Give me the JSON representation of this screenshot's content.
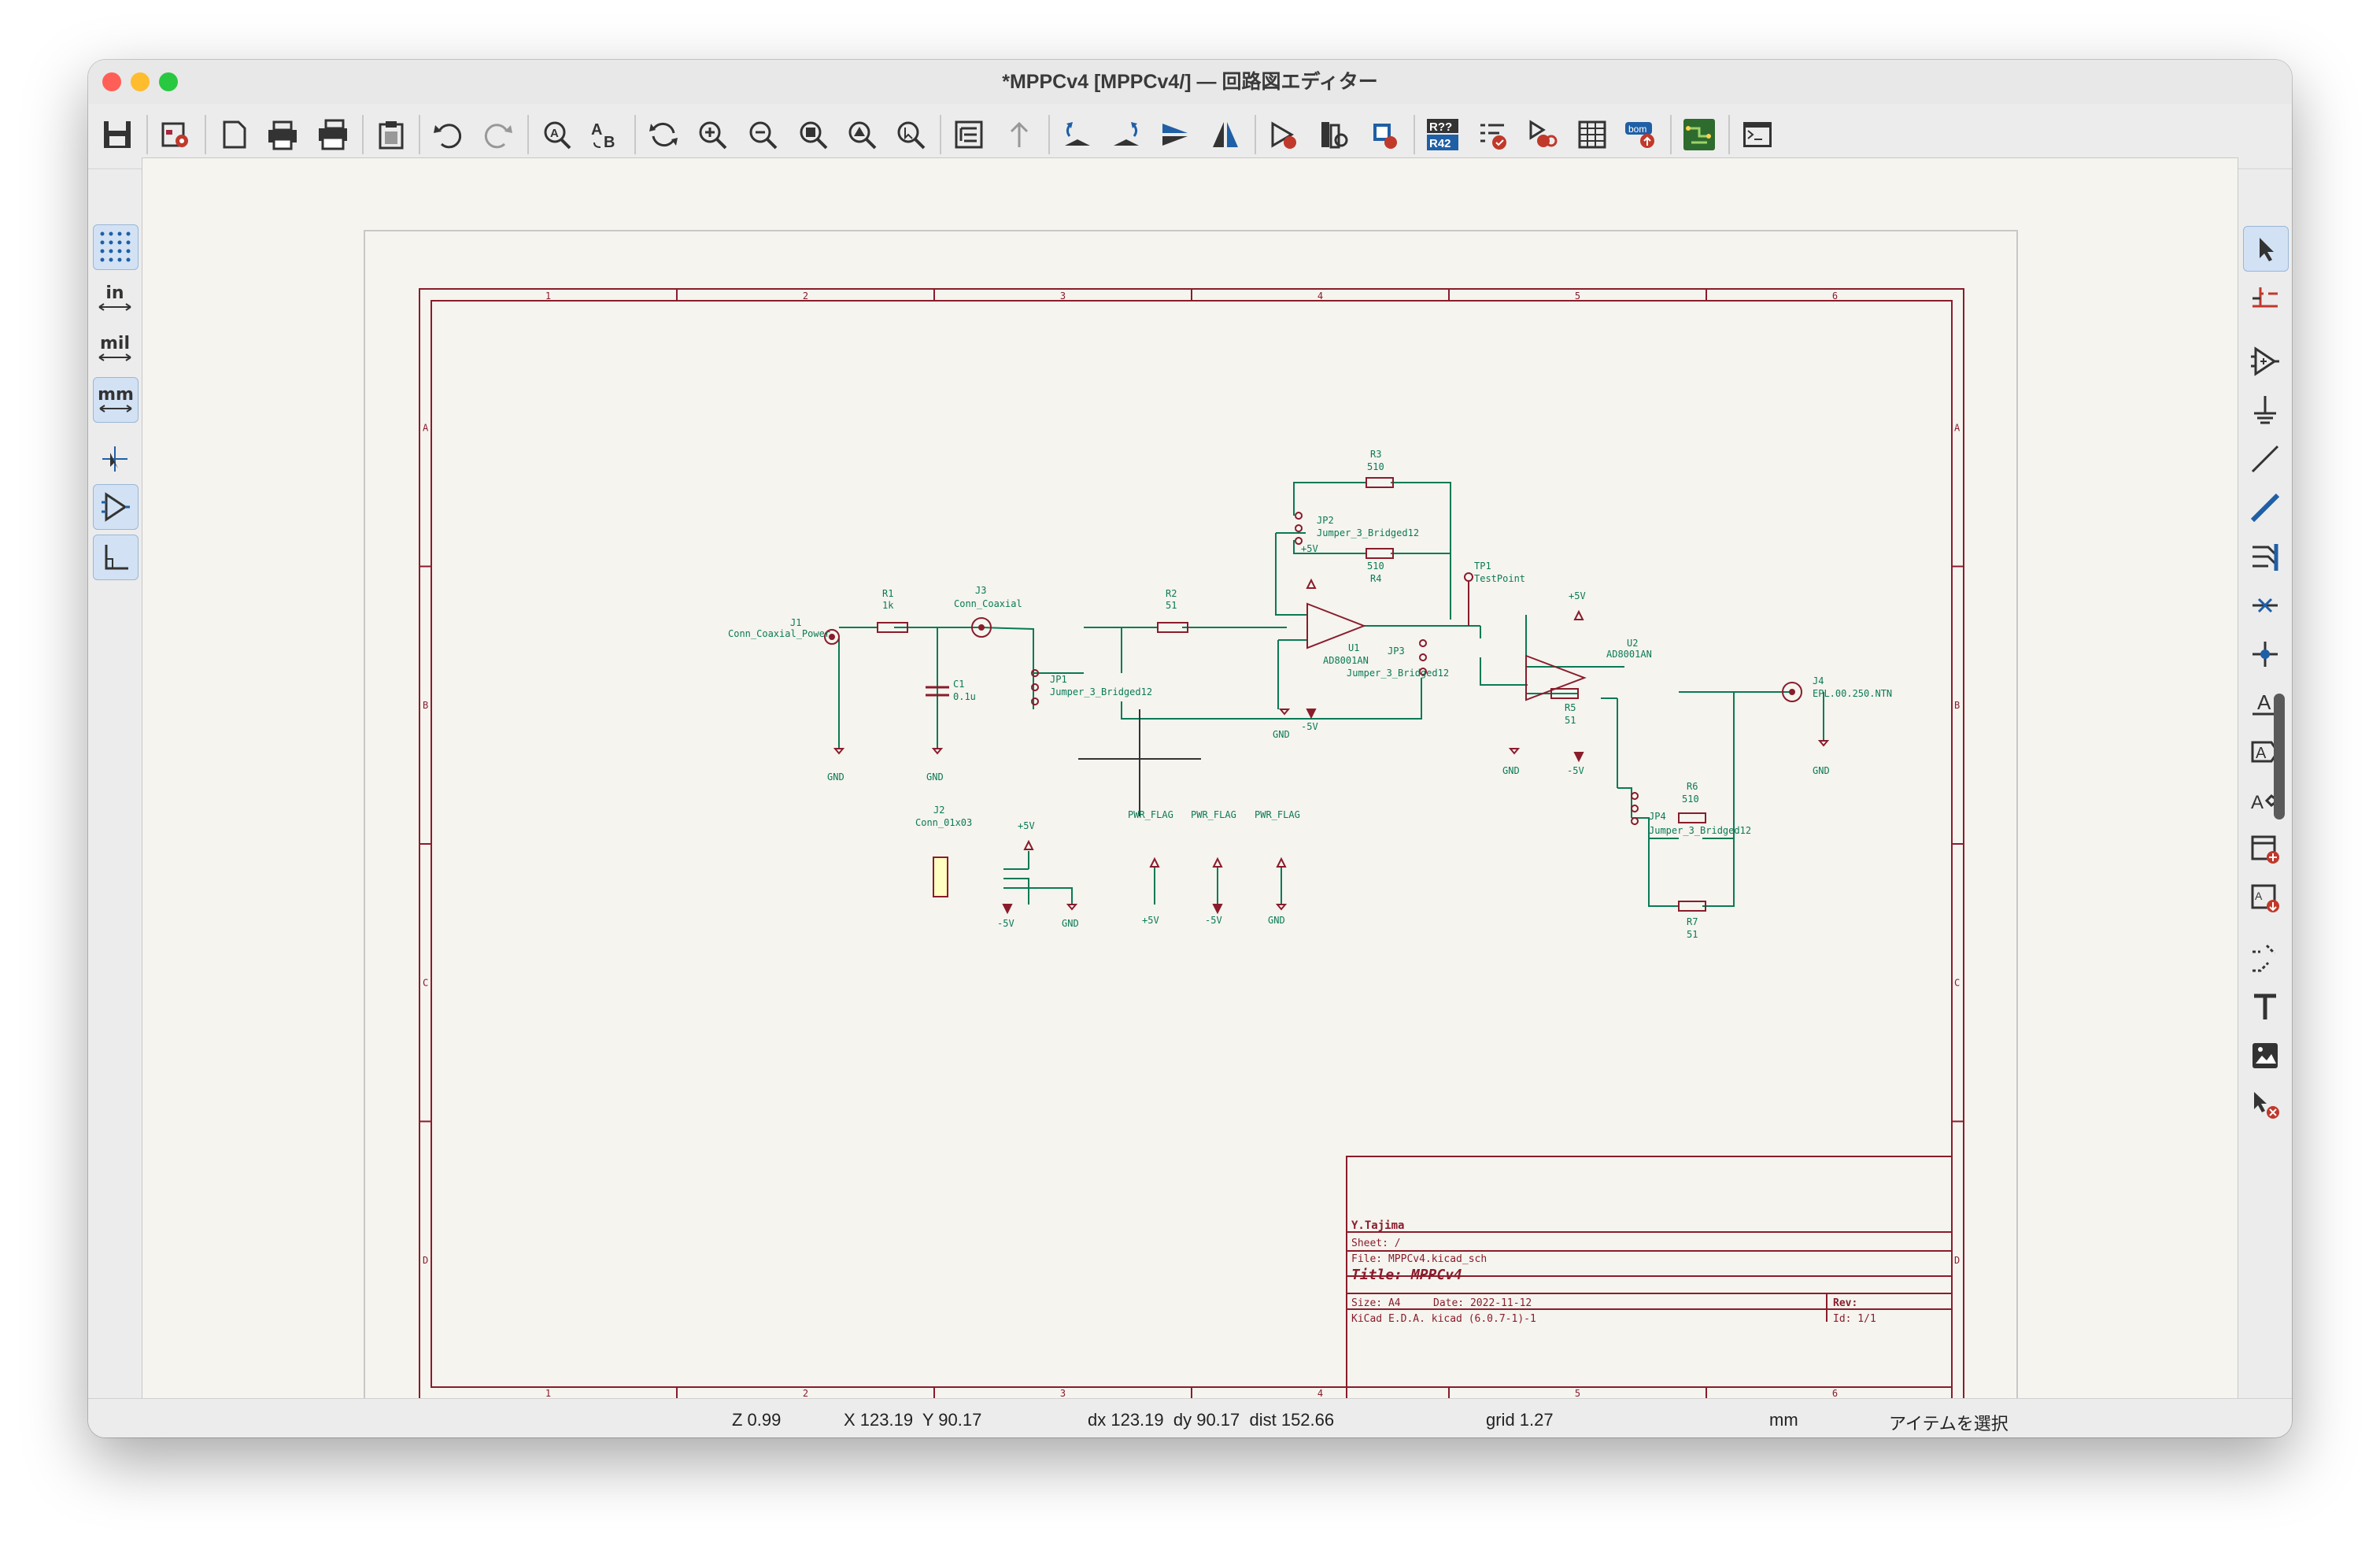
{
  "window": {
    "title": "*MPPCv4 [MPPCv4/] — 回路図エディター",
    "traffic_lights": {
      "close": "#ff5f57",
      "minimize": "#febc2e",
      "zoom": "#28c840"
    }
  },
  "toolbar": [
    "save-icon",
    "schematic-setup-icon",
    "page-settings-icon",
    "print-icon",
    "plot-icon",
    "paste-icon",
    "undo-icon",
    "redo-icon",
    "find-icon",
    "find-replace-icon",
    "refresh-icon",
    "zoom-in-icon",
    "zoom-out-icon",
    "zoom-fit-icon",
    "zoom-objects-icon",
    "zoom-selection-icon",
    "hierarchy-navigator-icon",
    "leave-sheet-icon",
    "rotate-ccw-icon",
    "rotate-cw-icon",
    "mirror-vertical-icon",
    "mirror-horizontal-icon",
    "symbol-editor-icon",
    "symbol-browser-icon",
    "footprint-editor-icon",
    "annotate-icon",
    "erc-icon",
    "assign-footprints-icon",
    "edit-fields-icon",
    "bom-icon",
    "pcb-editor-icon",
    "scripting-console-icon"
  ],
  "left_tools": {
    "grid": "grid-icon",
    "unit_in": "in",
    "unit_mil": "mil",
    "unit_mm": "mm",
    "cursor": "full-cursor-icon",
    "hidden_pins": "hidden-pins-icon",
    "orthogonal": "orthogonal-wire-icon"
  },
  "right_tools": [
    "select-icon",
    "highlight-net-icon",
    "add-symbol-icon",
    "add-power-icon",
    "add-wire-icon",
    "add-bus-icon",
    "wire-to-bus-entry-icon",
    "no-connect-icon",
    "junction-icon",
    "net-label-icon",
    "global-label-icon",
    "hierarchical-label-icon",
    "add-sheet-icon",
    "import-sheet-pin-icon",
    "graphic-lines-icon",
    "text-icon",
    "image-icon",
    "delete-icon"
  ],
  "schematic": {
    "border_cols": [
      "1",
      "2",
      "3",
      "4",
      "5",
      "6"
    ],
    "border_rows": [
      "A",
      "B",
      "C",
      "D"
    ],
    "title_block": {
      "company": "Y.Tajima",
      "sheet": "Sheet: /",
      "file": "File: MPPCv4.kicad_sch",
      "title": "Title: MPPCv4",
      "size": "Size: A4",
      "date": "Date: 2022-11-12",
      "rev": "Rev:",
      "kicad": "KiCad E.D.A.  kicad (6.0.7-1)-1",
      "id": "Id: 1/1"
    },
    "labels": {
      "j1_ref": "J1",
      "j1_val": "Conn_Coaxial_Power",
      "r1_ref": "R1",
      "r1_val": "1k",
      "c1_ref": "C1",
      "c1_val": "0.1u",
      "j3_ref": "J3",
      "j3_val": "Conn_Coaxial",
      "r2_ref": "R2",
      "r2_val": "51",
      "jp1_ref": "JP1",
      "jp1_val": "Jumper_3_Bridged12",
      "r3_ref": "R3",
      "r3_val": "510",
      "jp2_ref": "JP2",
      "jp2_val": "Jumper_3_Bridged12",
      "r4_val": "510",
      "r4_ref": "R4",
      "u1_ref": "U1",
      "u1_val": "AD8001AN",
      "jp3_ref": "JP3",
      "jp3_val": "Jumper_3_Bridged12",
      "tp1_ref": "TP1",
      "tp1_val": "TestPoint",
      "u2_ref": "U2",
      "u2_val": "AD8001AN",
      "r5_ref": "R5",
      "r5_val": "51",
      "r6_ref": "R6",
      "r6_val": "510",
      "jp4_ref": "JP4",
      "jp4_val": "Jumper_3_Bridged12",
      "r7_ref": "R7",
      "r7_val": "51",
      "j4_ref": "J4",
      "j4_val": "EPL.00.250.NTN",
      "j2_ref": "J2",
      "j2_val": "Conn_01x03",
      "pwr_flag": "PWR_FLAG",
      "gnd": "GND",
      "p5v": "+5V",
      "m5v": "-5V"
    }
  },
  "status": {
    "zoom": "Z 0.99",
    "xy": "X 123.19  Y 90.17",
    "dxy": "dx 123.19  dy 90.17  dist 152.66",
    "grid": "grid 1.27",
    "units": "mm",
    "mode": "アイテムを選択"
  }
}
